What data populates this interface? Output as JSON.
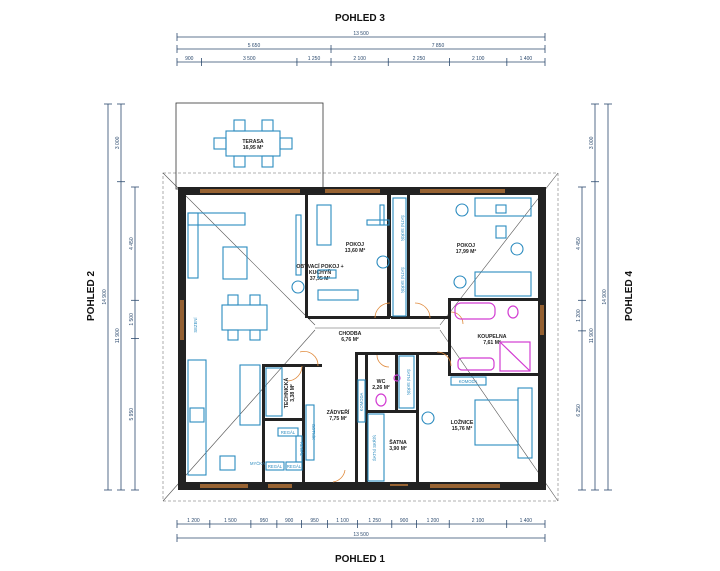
{
  "views": {
    "top": "POHLED 3",
    "bottom": "POHLED 1",
    "left": "POHLED 2",
    "right": "POHLED 4"
  },
  "dimensions": {
    "top": [
      [
        13500
      ],
      [
        5650,
        7850
      ],
      [
        900,
        3500,
        1250,
        2100,
        2250,
        2100,
        1400
      ]
    ],
    "bottom": [
      [
        1200,
        1500,
        950,
        900,
        950,
        1100,
        1250,
        900,
        1200,
        2100,
        1400
      ],
      [
        13500
      ]
    ],
    "left": [
      [
        14900
      ],
      [
        3000,
        11900
      ],
      [
        4450,
        1500,
        5950
      ]
    ],
    "right": [
      [
        4450,
        1200,
        6250
      ],
      [
        3000,
        11900
      ],
      [
        14900
      ]
    ]
  },
  "rooms": {
    "terasa": {
      "name": "TERASA",
      "area": "16,95 M²"
    },
    "obyvaci": {
      "name": "OBÝVACÍ POKOJ +",
      "name2": "KUCHYŇ",
      "area": "37,95 M²"
    },
    "pokoj1": {
      "name": "POKOJ",
      "area": "13,60 M²"
    },
    "pokoj2": {
      "name": "POKOJ",
      "area": "17,99 M²"
    },
    "chodba": {
      "name": "CHODBA",
      "area": "6,76 M²"
    },
    "koupelna": {
      "name": "KOUPELNA",
      "area": "7,61 M²"
    },
    "wc": {
      "name": "WC",
      "area": "2,26 M²"
    },
    "zadveri": {
      "name": "ZÁDVEŘÍ",
      "area": "7,75 M²"
    },
    "technicka": {
      "name": "TECHNICKÁ",
      "area": "3,38 M²"
    },
    "satna": {
      "name": "ŠATNA",
      "area": "3,90 M²"
    },
    "loznice": {
      "name": "LOŽNICE",
      "area": "15,76 M²"
    }
  },
  "furniture": {
    "satni_skrin": "ŠATNÍ SKŘÍŇ",
    "komoda": "KOMODA",
    "regal": "REGÁL",
    "botnik": "BOTNÍK",
    "myčka": "MYČKA",
    "sezeni": "SEZENÍ"
  },
  "colors": {
    "wall": "#1a1a1a",
    "window": "#e08a3c",
    "furniture": "#2b8bbf",
    "bathroom": "#d23cd2",
    "dimension": "#2c4a6e"
  }
}
